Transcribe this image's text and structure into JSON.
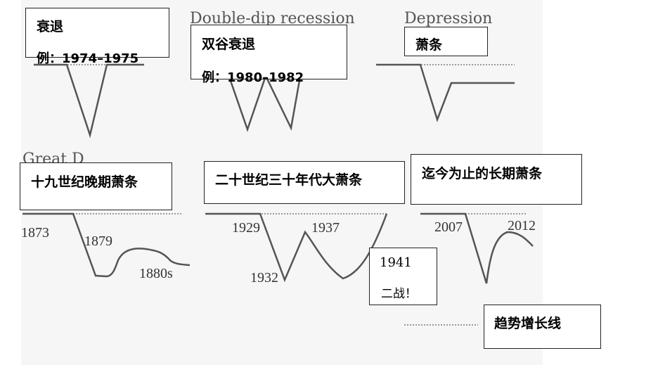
{
  "panels": {
    "recession": {
      "cn_title": "衰退",
      "example_cut": "例：1974–1975"
    },
    "double_dip": {
      "en_title": "Double-dip recession",
      "cn_title": "双谷衰退",
      "example_cut": "例：1980–1982"
    },
    "depression": {
      "en_title": "Depression",
      "cn_title": "萧条"
    },
    "long_depression_19c": {
      "en_title_cut": "Great D",
      "cn_title": "十九世纪晚期萧条",
      "years": [
        "1873",
        "1879",
        "1880s"
      ]
    },
    "great_depression": {
      "cn_title": "二十世纪三十年代大萧条",
      "years": [
        "1929",
        "1937",
        "1932"
      ],
      "note_year": "1941",
      "note_text": "二战！"
    },
    "long_depression_now": {
      "cn_title": "迄今为止的长期萧条",
      "years": [
        "2007",
        "2012"
      ]
    }
  },
  "legend": {
    "trend_label": "趋势增长线"
  },
  "colors": {
    "curve": "#555555",
    "trend": "#9a9a9a",
    "box_border": "#222222"
  }
}
